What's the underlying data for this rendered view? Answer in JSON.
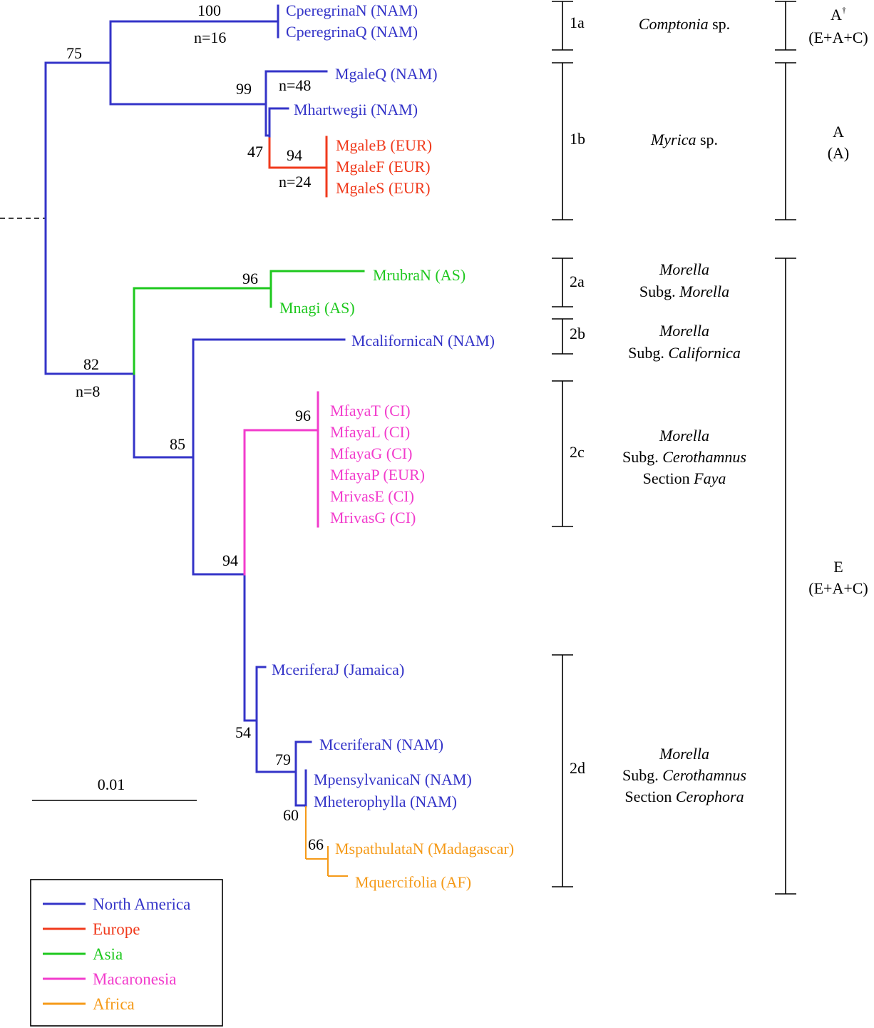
{
  "colors": {
    "north_america": "#3434c8",
    "europe": "#f03a1c",
    "asia": "#1ec81e",
    "macaronesia": "#f23ccc",
    "africa": "#f59a18",
    "text": "#000000"
  },
  "tips": {
    "cperegrinaN": "CperegrinaN (NAM)",
    "cperegrinaQ": "CperegrinaQ (NAM)",
    "mgaleQ": "MgaleQ (NAM)",
    "mhartwegii": "Mhartwegii (NAM)",
    "mgaleB": "MgaleB (EUR)",
    "mgaleF": "MgaleF (EUR)",
    "mgaleS": "MgaleS (EUR)",
    "mrubraN": "MrubraN (AS)",
    "mnagi": "Mnagi (AS)",
    "mcalifornicaN": "McalifornicaN (NAM)",
    "mfayaT": "MfayaT (CI)",
    "mfayaL": "MfayaL (CI)",
    "mfayaG": "MfayaG (CI)",
    "mfayaP": "MfayaP (EUR)",
    "mrivasE": "MrivasE (CI)",
    "mrivasG": "MrivasG (CI)",
    "mceriferaJ": "MceriferaJ (Jamaica)",
    "mceriferaN": "MceriferaN (NAM)",
    "mpensylvanicaN": "MpensylvanicaN (NAM)",
    "mheterophylla": "Mheterophylla (NAM)",
    "mspathulataN": "MspathulataN (Madagascar)",
    "mquercifolia": "Mquercifolia (AF)"
  },
  "support": {
    "comptonia": "100",
    "comptonia_n": "n=16",
    "basal_clade1": "75",
    "myrica_nam": "99",
    "myrica_nam_n": "n=48",
    "myrica_split": "47",
    "myrica_eur": "94",
    "myrica_eur_n": "n=24",
    "morella_root": "82",
    "morella_root_n": "n=8",
    "asia": "96",
    "cerothamnus": "85",
    "faya": "96",
    "faya_cerophora": "94",
    "cerophora": "54",
    "cerophora_nam": "79",
    "nam_africa": "60",
    "africa": "66"
  },
  "clades": {
    "c1a": {
      "id": "1a",
      "genus": "Comptonia",
      "rest": " sp."
    },
    "c1b": {
      "id": "1b",
      "genus": "Myrica",
      "rest": " sp."
    },
    "c2a": {
      "id": "2a",
      "line1": "Morella",
      "line2_prefix": "Subg. ",
      "line2_name": "Morella"
    },
    "c2b": {
      "id": "2b",
      "line1": "Morella",
      "line2_prefix": "Subg. ",
      "line2_name": "Californica"
    },
    "c2c": {
      "id": "2c",
      "line1": "Morella",
      "line2_prefix": "Subg. ",
      "line2_name": "Cerothamnus",
      "line3_prefix": "Section ",
      "line3_name": "Faya"
    },
    "c2d": {
      "id": "2d",
      "line1": "Morella",
      "line2_prefix": "Subg. ",
      "line2_name": "Cerothamnus",
      "line3_prefix": "Section ",
      "line3_name": "Cerophora"
    }
  },
  "groups": {
    "g1": {
      "label": "A",
      "sup": "†",
      "sub": "(E+A+C)"
    },
    "g2": {
      "label": "A",
      "sub": "(A)"
    },
    "g3": {
      "label": "E",
      "sub": "(E+A+C)"
    }
  },
  "scale_label": "0.01",
  "legend": [
    {
      "label": "North America",
      "color": "#3434c8"
    },
    {
      "label": "Europe",
      "color": "#f03a1c"
    },
    {
      "label": "Asia",
      "color": "#1ec81e"
    },
    {
      "label": "Macaronesia",
      "color": "#f23ccc"
    },
    {
      "label": "Africa",
      "color": "#f59a18"
    }
  ]
}
